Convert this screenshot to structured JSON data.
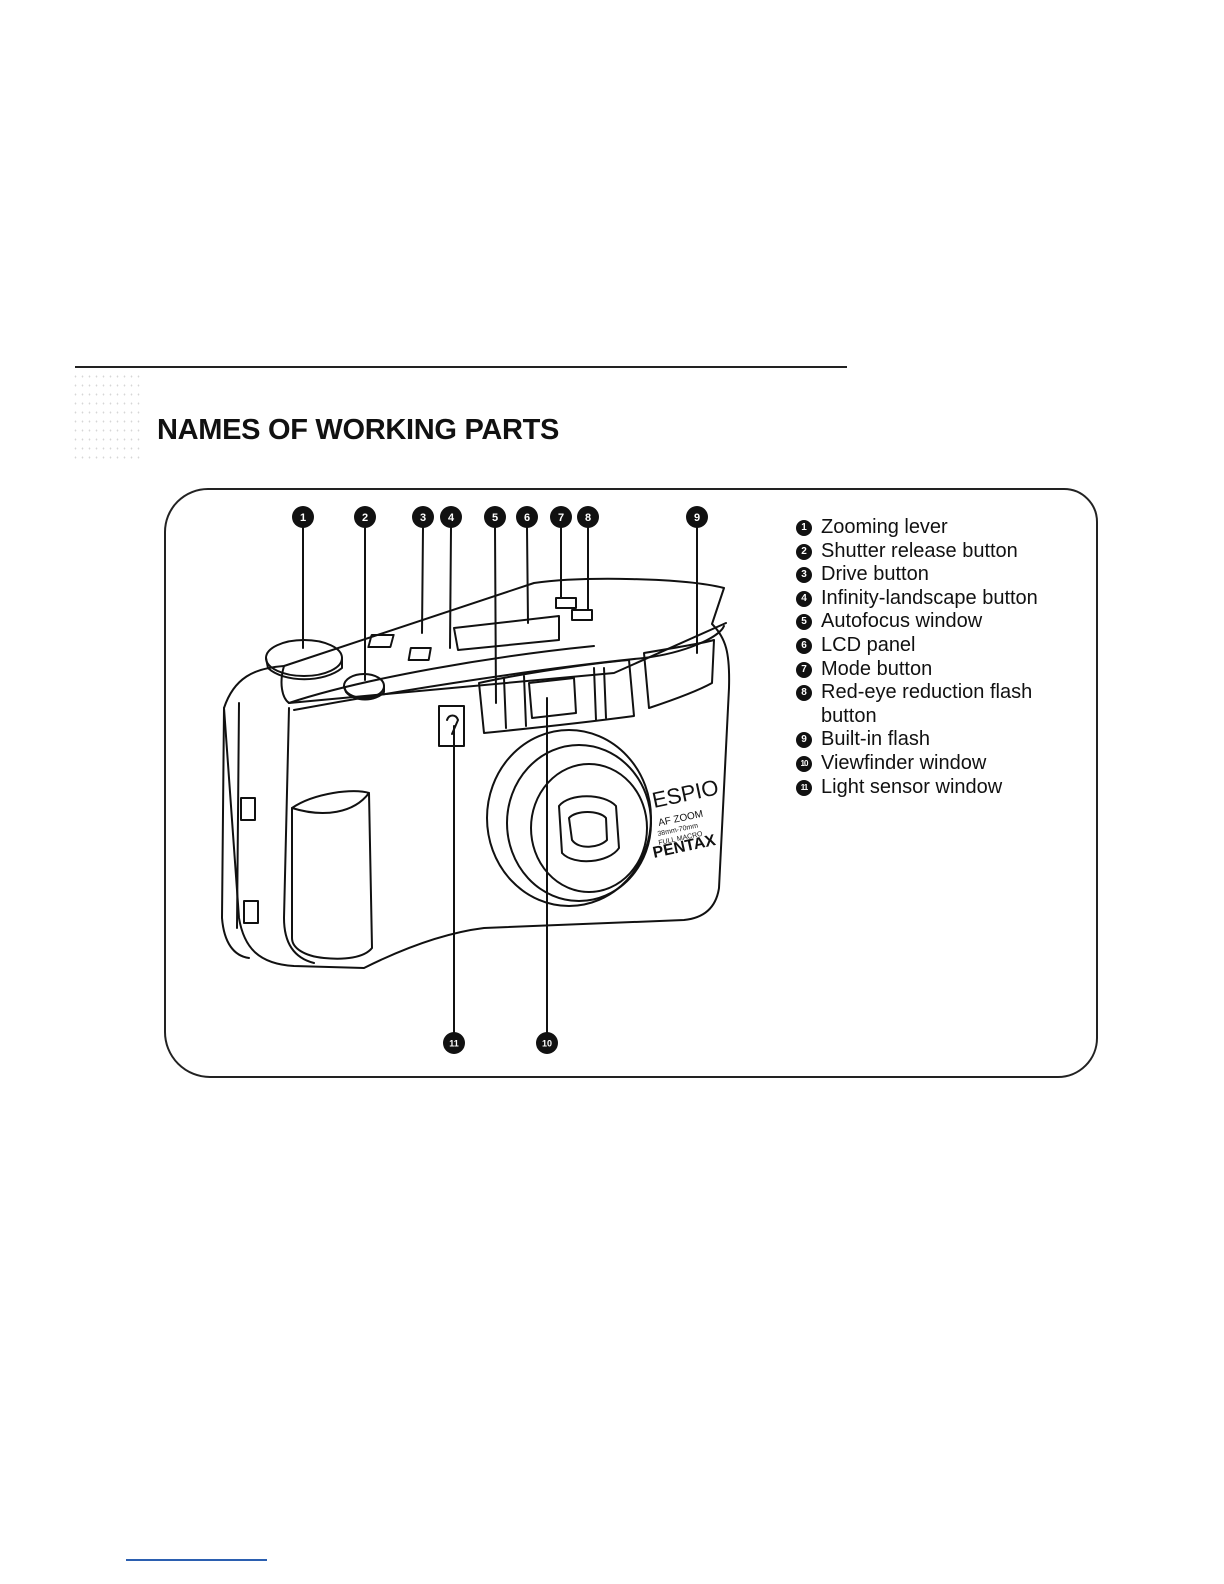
{
  "title": "NAMES OF WORKING PARTS",
  "parts": [
    {
      "num": "1",
      "label": "Zooming lever"
    },
    {
      "num": "2",
      "label": "Shutter release button"
    },
    {
      "num": "3",
      "label": "Drive button"
    },
    {
      "num": "4",
      "label": "Infinity-landscape button"
    },
    {
      "num": "5",
      "label": "Autofocus window"
    },
    {
      "num": "6",
      "label": "LCD panel"
    },
    {
      "num": "7",
      "label": "Mode button"
    },
    {
      "num": "8",
      "label": "Red-eye reduction flash button"
    },
    {
      "num": "9",
      "label": "Built-in flash"
    },
    {
      "num": "10",
      "label": "Viewfinder window"
    },
    {
      "num": "11",
      "label": "Light sensor window"
    }
  ],
  "camera_branding": {
    "model": "ESPIO",
    "line1": "AF ZOOM",
    "line2": "38mm-70mm",
    "line3": "FULL MACRO",
    "brand": "PENTAX"
  }
}
